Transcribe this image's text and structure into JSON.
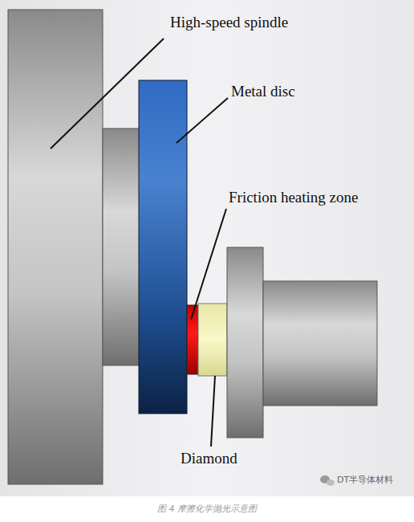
{
  "diagram": {
    "caption": "图 4 摩擦化学抛光示意图",
    "labels": [
      "High-speed spindle",
      "Metal disc",
      "Friction heating zone",
      "Diamond",
      "DT半导体材料"
    ]
  }
}
